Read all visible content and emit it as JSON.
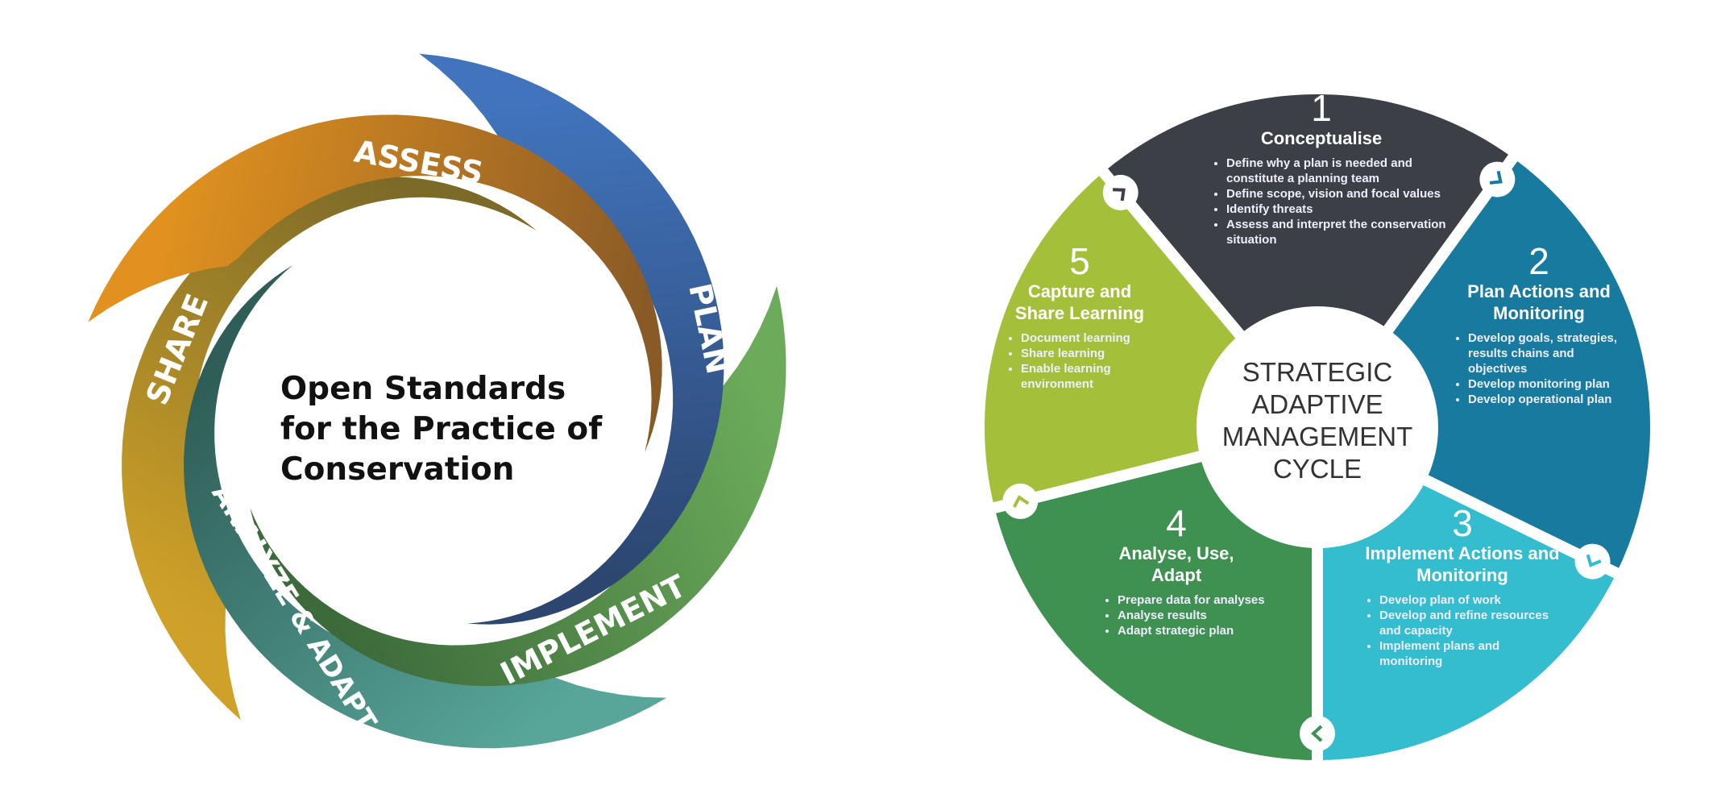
{
  "open_standards": {
    "title_lines": [
      "Open Standards",
      "for the Practice of",
      "Conservation"
    ],
    "bands": [
      {
        "label": "ASSESS",
        "color": "#e0911f",
        "color_end": "#8a5a26"
      },
      {
        "label": "PLAN",
        "color": "#4174bd",
        "color_end": "#2c4670"
      },
      {
        "label": "IMPLEMENT",
        "color": "#6bab5a",
        "color_end": "#3c6a3a"
      },
      {
        "label": "ANALYZE & ADAPT",
        "color": "#58a69a",
        "color_end": "#2f5e58"
      },
      {
        "label": "SHARE",
        "color": "#cfa128",
        "color_end": "#7c6a28"
      }
    ]
  },
  "sam_cycle": {
    "center_lines": [
      "STRATEGIC",
      "ADAPTIVE",
      "MANAGEMENT",
      "CYCLE"
    ],
    "segments": [
      {
        "number": "1",
        "title": "Conceptualise",
        "color": "#3d3f46",
        "bullets": [
          "Define why a plan is needed and constitute a planning team",
          "Define scope, vision and focal values",
          "Identify threats",
          "Assess and interpret the conservation situation"
        ]
      },
      {
        "number": "2",
        "title": "Plan Actions and Monitoring",
        "color": "#177a9e",
        "bullets": [
          "Develop goals, strategies, results chains and objectives",
          "Develop monitoring plan",
          "Develop operational plan"
        ]
      },
      {
        "number": "3",
        "title": "Implement Actions and Monitoring",
        "color": "#34bccf",
        "bullets": [
          "Develop plan of work",
          "Develop and refine resources and capacity",
          "Implement plans and monitoring"
        ]
      },
      {
        "number": "4",
        "title": "Analyse, Use, Adapt",
        "color": "#3e9150",
        "bullets": [
          "Prepare data for analyses",
          "Analyse results",
          "Adapt strategic plan"
        ]
      },
      {
        "number": "5",
        "title": "Capture and Share Learning",
        "color": "#a4c03a",
        "bullets": [
          "Document learning",
          "Share learning",
          "Enable learning environment"
        ]
      }
    ]
  }
}
